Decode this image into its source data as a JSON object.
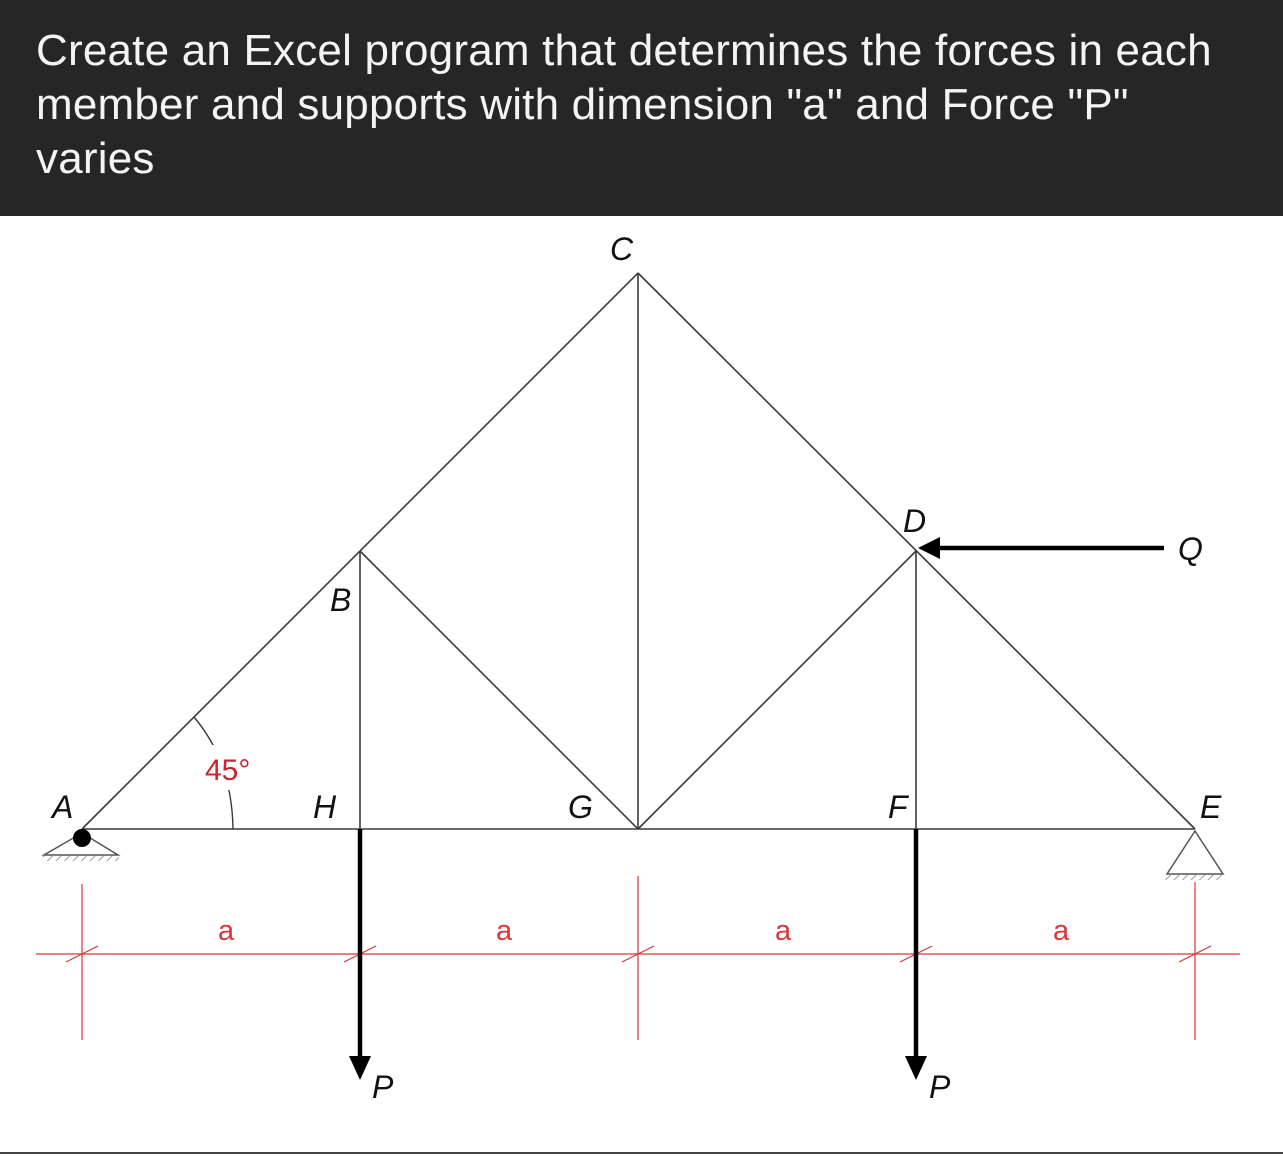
{
  "question": "Create an Excel program that determines the forces in each member and supports with dimension \"a\" and Force \"P\" varies",
  "diagram": {
    "nodes": {
      "A": "A",
      "B": "B",
      "C": "C",
      "D": "D",
      "E": "E",
      "F": "F",
      "G": "G",
      "H": "H"
    },
    "angle_label": "45°",
    "dimension_label": "a",
    "load_labels": {
      "P": "P",
      "Q": "Q"
    },
    "colors": {
      "header_bg": "#262626",
      "header_text": "#f4f4f4",
      "member": "#3a3a3a",
      "dimension": "#d9363a",
      "angle_text": "#c8262b",
      "load_arrow": "#000000"
    }
  }
}
